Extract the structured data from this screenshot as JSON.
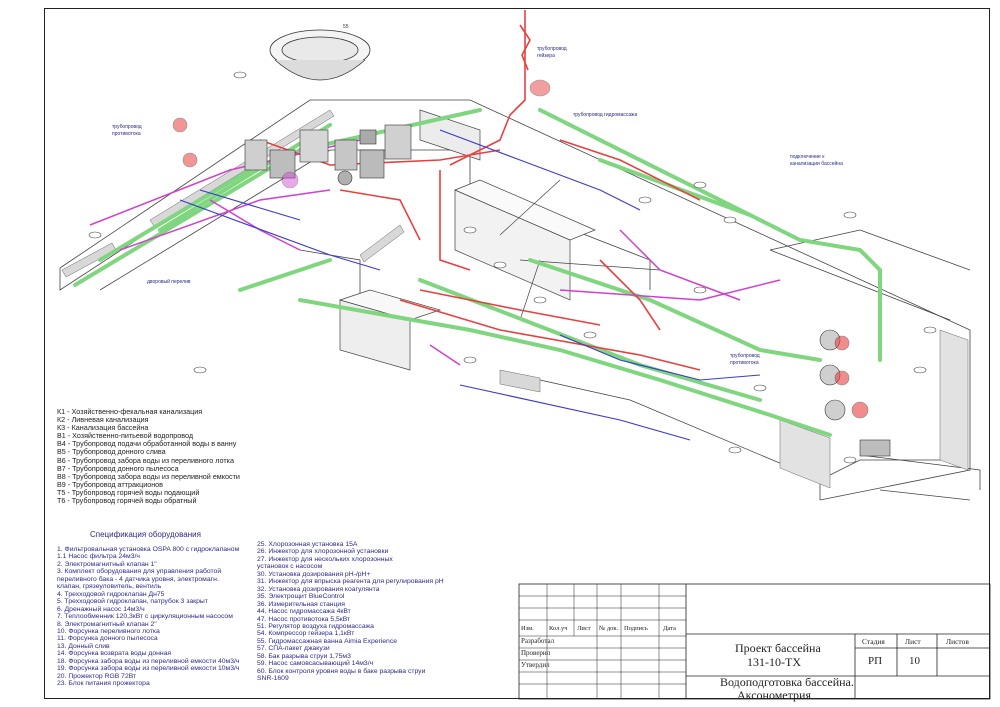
{
  "legend": [
    "К1 - Хозяйственно-фекальная канализация",
    "К2 - Ливневая канализация",
    "К3 - Канализация бассейна",
    "В1 - Хозяйственно-питьевой водопровод",
    "В4 - Трубопровод подачи обработанной воды в ванну",
    "В5 - Трубопровод донного слива",
    "В6 - Трубопровод забора воды из переливного лотка",
    "В7 - Трубопровод донного пылесоса",
    "В8 - Трубопровод забора воды из переливной емкости",
    "В9 - Трубопровод аттракционов",
    "Т5 - Трубопровод горячей воды подающий",
    "Т6 - Трубопровод горячей воды обратный"
  ],
  "spec_title": "Спецификация оборудования",
  "spec_left": [
    "1. Фильтровальная установка OSPA 800 с гидроклапаном",
    "1.1 Насос фильтра 24м3/ч",
    "2. Электромагнитный клапан 1\"",
    "3. Комплект оборудования для управления работой",
    "   переливного бака - 4 датчика уровня, электромагн.",
    "   клапан, грязеуловитель, вентиль",
    "4. Трехходовой гидроклапан Дн75",
    "5. Трехходовой гидроклапан, патрубок 3 закрыт",
    "6. Дренажный насос 14м3/ч",
    "7. Теплообменник 120,3кВт с циркуляционным насосом",
    "8. Электромагнитный клапан 2\"",
    "10. Форсунка переливного лотка",
    "11. Форсунка донного пылесоса",
    "13. Донный слив",
    "14. Форсунка возврата воды донная",
    "18. Форсунка забора воды из переливной емкости 40м3/ч",
    "19. Форсунка забора воды из переливной емкости 10м3/ч",
    "20. Прожектор RGB 72Вт",
    "23. Блок питания прожектора"
  ],
  "spec_right": [
    "25. Хлорозонная установка 15А",
    "26. Инжектор для хлорозонной установки",
    "27. Инжектор для нескольких хлорозонных",
    "    установок с насосом",
    "30. Установка дозирования pH-/pH+",
    "31. Инжектор для впрыска реагента для регулирования pH",
    "32. Установка дозирования коагулянта",
    "35. Электрощит BlueControl",
    "36. Измерительная станция",
    "44. Насос гидромассажа 4кВт",
    "47. Насос противотока 5,5кВт",
    "51. Регулятор воздуха гидромассажа",
    "54. Компрессор гейзера 1,1кВт",
    "55. Гидромассажная ванна Aimia Experience",
    "57. СПА-пакет джакузи",
    "58. Бак разрыва струи 1,75м3",
    "59. Насос самовсасывающий 14м3/ч",
    "60. Блок контроля уровня воды в баке разрыва струи",
    "    SNR-1609"
  ],
  "title_block": {
    "col_headers": [
      "Изм.",
      "Кол.уч",
      "Лист",
      "№ док.",
      "Подпись",
      "Дата"
    ],
    "rows": [
      "Разработал",
      "Проверил",
      "Утвердил"
    ],
    "project": "Проект бассейна",
    "code": "131-10-ТХ",
    "sheet_title": "Водоподготовка бассейна.",
    "sheet_subtitle": "Аксонометрия",
    "stage_label": "Стадия",
    "sheet_label": "Лист",
    "sheets_label": "Листов",
    "stage": "РП",
    "sheet_no": "10"
  },
  "labels": {
    "geyser_pipe": "трубопровод",
    "geyser_pipe2": "гейзера",
    "hydro_pipe": "трубопровод гидромассажа",
    "counter_pipe": "трубопровод",
    "counter_pipe2": "противотока",
    "drain_conn": "подключение к",
    "drain_conn2": "канализации бассейна",
    "yard_pipe": "дворовый перелив",
    "counter_pipe_r": "трубопровод",
    "counter_pipe_r2": "противотока",
    "n55": "55"
  },
  "colors": {
    "frame": "#222222",
    "green_pipe": "#7fd67f",
    "red_pipe": "#e84040",
    "magenta_pipe": "#d040d0",
    "blue_pipe": "#3a3ad0",
    "text_blue": "#2a2a8a"
  }
}
